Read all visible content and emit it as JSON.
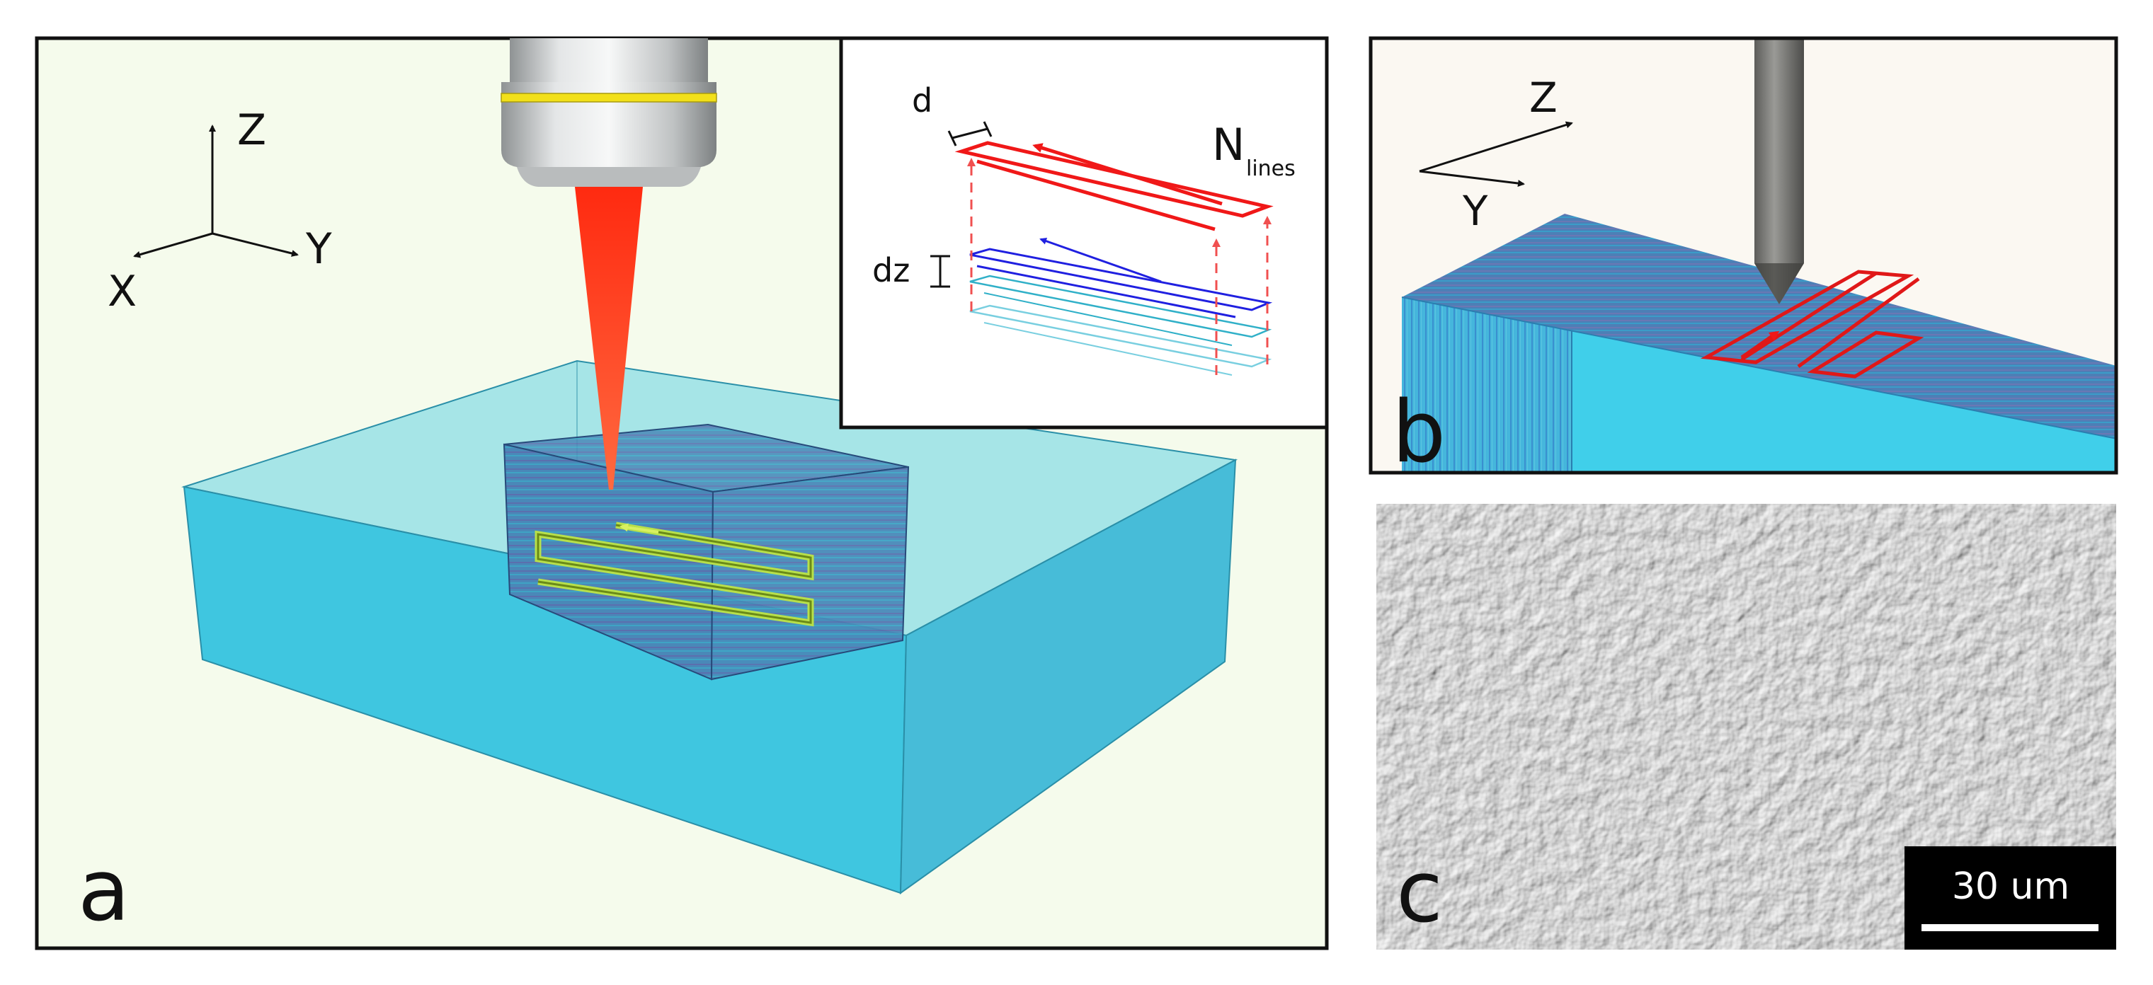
{
  "panel_a": {
    "label": "a",
    "axes": {
      "z": "Z",
      "y": "Y",
      "x": "X"
    },
    "inset": {
      "d_label": "d",
      "dz_label": "dz",
      "n_label": "N",
      "n_subscript": "lines"
    },
    "colors": {
      "background": "#f5fbec",
      "block": "#3fc6e0",
      "beam": "#ff3b1f",
      "path": "#b8e04a",
      "ring": "#f2e01a"
    }
  },
  "panel_b": {
    "label": "b",
    "axes": {
      "z": "Z",
      "y": "Y"
    },
    "colors": {
      "background": "#fbf8f2",
      "block": "#40cfea",
      "path": "#e01818"
    }
  },
  "panel_c": {
    "label": "c",
    "scale_bar": "30 um"
  }
}
